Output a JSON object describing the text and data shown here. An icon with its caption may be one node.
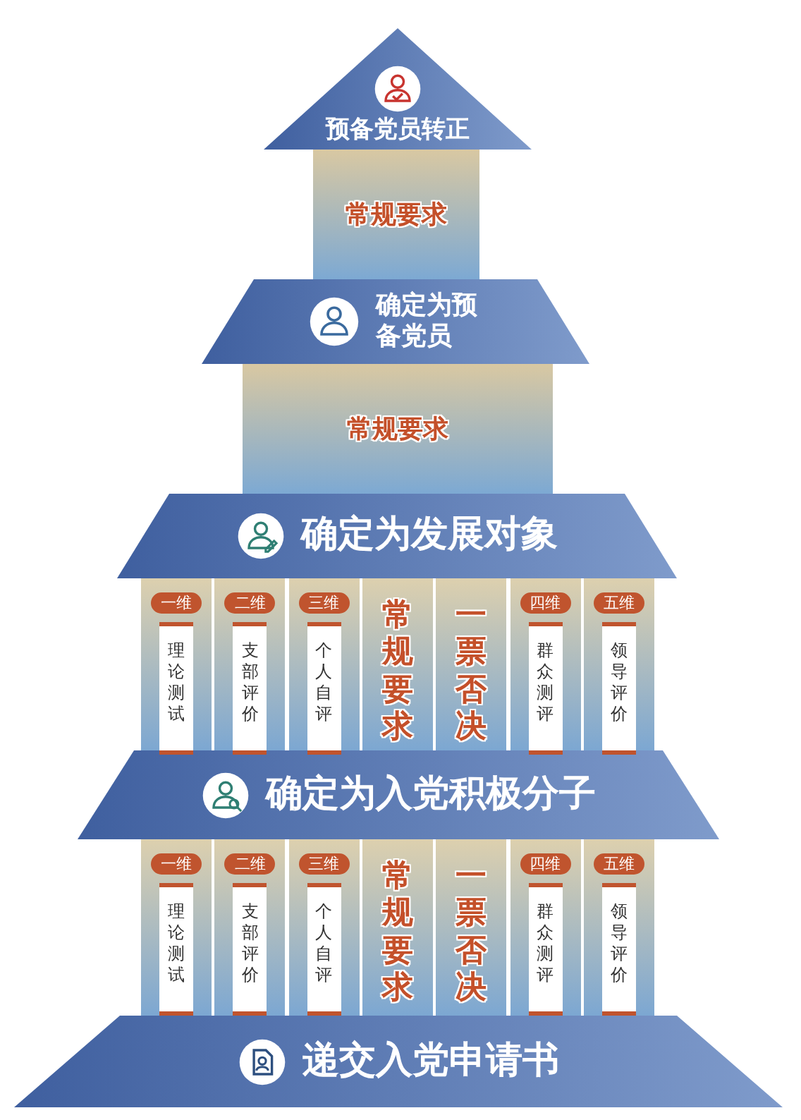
{
  "diagram": {
    "nodes": [
      {
        "text": [
          "预备党员转正"
        ]
      },
      {
        "text": [
          "常规要求"
        ]
      },
      {
        "text": [
          "确定为预备党员"
        ]
      },
      {
        "text": [
          "常规要求"
        ]
      },
      {
        "text": [
          "确定为发展对象"
        ]
      },
      {
        "text": [
          "一维",
          "理论测试"
        ]
      },
      {
        "text": [
          "二维",
          "支部评价"
        ]
      },
      {
        "text": [
          "三维",
          "个人自评"
        ]
      },
      {
        "text": [
          "常规要求"
        ]
      },
      {
        "text": [
          "一票否决"
        ]
      },
      {
        "text": [
          "四维",
          "群众测评"
        ]
      },
      {
        "text": [
          "五维",
          "领导评价"
        ]
      },
      {
        "text": [
          "确定为入党积极分子"
        ]
      },
      {
        "text": [
          "一维",
          "理论测试"
        ]
      },
      {
        "text": [
          "二维",
          "支部评价"
        ]
      },
      {
        "text": [
          "三维",
          "个人自评"
        ]
      },
      {
        "text": [
          "常规要求"
        ]
      },
      {
        "text": [
          "一票否决"
        ]
      },
      {
        "text": [
          "四维",
          "群众测评"
        ]
      },
      {
        "text": [
          "五维",
          "领导评价"
        ]
      },
      {
        "text": [
          "递交入党申请书"
        ]
      }
    ],
    "edges": []
  }
}
